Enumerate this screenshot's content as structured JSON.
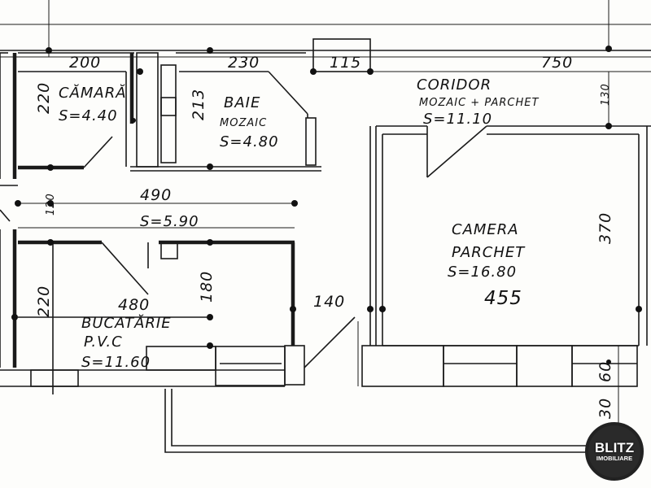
{
  "rooms": {
    "camara": {
      "name": "CĂMARĂ",
      "area": "S=4.40"
    },
    "baie": {
      "name": "BAIE",
      "finish": "MOZAIC",
      "area": "S=4.80"
    },
    "coridor": {
      "name": "CORIDOR",
      "finish": "MOZAIC + PARCHET",
      "area": "S=11.10"
    },
    "hol": {
      "area": "S=5.90"
    },
    "camera": {
      "name": "CAMERA",
      "finish": "PARCHET",
      "area": "S=16.80"
    },
    "bucatarie": {
      "name": "BUCATĂRIE",
      "finish": "P.V.C",
      "area": "S=11.60"
    }
  },
  "dimensions": {
    "d200": "200",
    "d230": "230",
    "d115": "115",
    "d750": "750",
    "d130": "130",
    "d220a": "220",
    "d213": "213",
    "d120": "120",
    "d490": "490",
    "d370": "370",
    "d220b": "220",
    "d480": "480",
    "d180": "180",
    "d140": "140",
    "d455": "455",
    "d60": "60",
    "d30": "30"
  },
  "logo": {
    "name": "BLITZ",
    "subtitle": "IMOBILIARE"
  }
}
